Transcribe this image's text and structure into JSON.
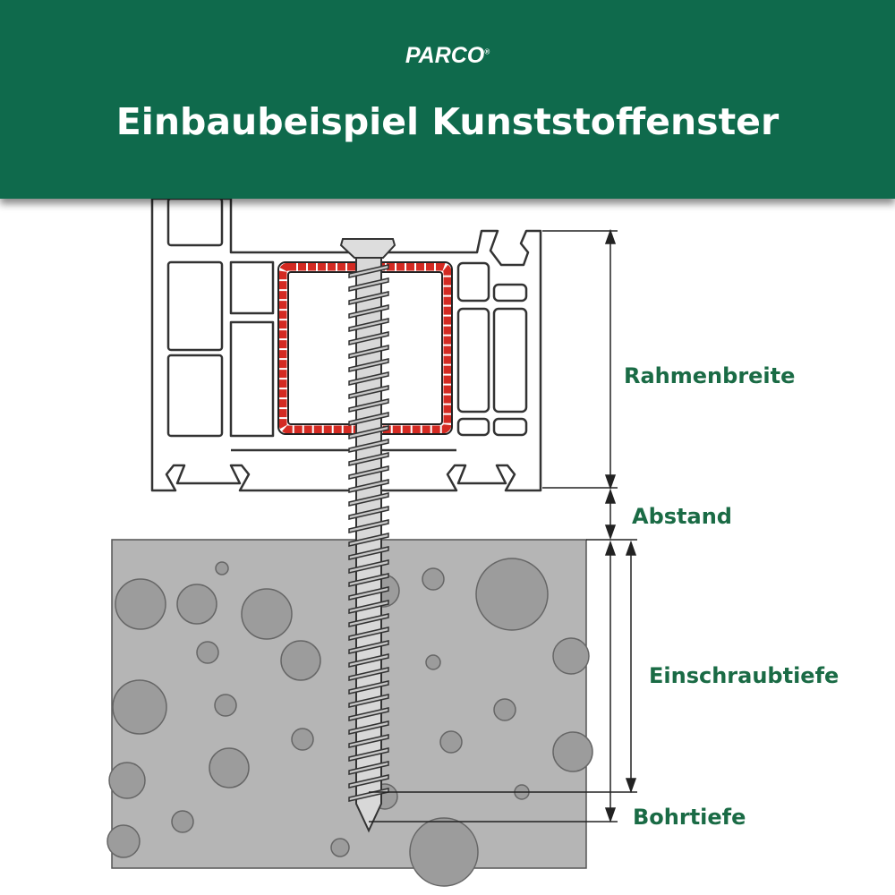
{
  "header": {
    "logo": "PARCO",
    "logo_mark": "®",
    "title": "Einbaubeispiel Kunststoffenster"
  },
  "labels": {
    "frame_width": "Rahmenbreite",
    "gap": "Abstand",
    "screw_depth": "Einschraubtiefe",
    "drill_depth": "Bohrtiefe"
  },
  "colors": {
    "brand_green": "#0f6a4c",
    "label_green": "#1a6b45",
    "reinforcement_red": "#d42a22",
    "concrete": "#b5b5b5",
    "aggregate": "#9c9c9c"
  }
}
